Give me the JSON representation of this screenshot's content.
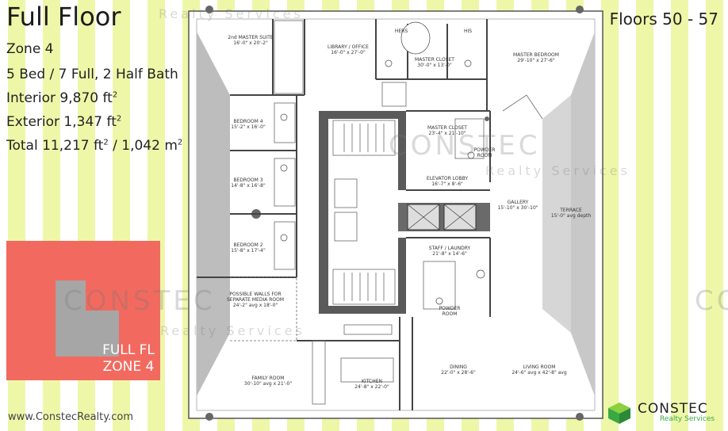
{
  "title": "Full Floor",
  "zone": "Zone 4",
  "beds": "5 Bed / 7 Full, 2 Half Bath",
  "interior": "Interior 9,870 ft",
  "exterior": "Exterior 1,347 ft",
  "total_a": "Total 11,217 ft",
  "total_b": " / 1,042 m",
  "sup": "2",
  "floors": "Floors 50 - 57",
  "key_label_1": "FULL FL",
  "key_label_2": "ZONE 4",
  "website": "www.ConstecRealty.com",
  "logo_name": "CONSTEC",
  "logo_sub": "Realty Services",
  "watermark_brand": "CONSTEC",
  "watermark_sub": "Realty Services",
  "rooms": {
    "master_suite_2": "2nd MASTER SUITE",
    "master_suite_2_dim": "16'-0\" x 20'-2\"",
    "library": "LIBRARY / OFFICE",
    "library_dim": "16'-0\" x 27'-0\"",
    "hers": "HERS",
    "his": "HIS",
    "master_closet_top": "MASTER CLOSET",
    "master_closet_top_dim": "30'-0\" x 13'-0\"",
    "master_bedroom": "MASTER BEDROOM",
    "master_bedroom_dim": "29'-10\" x 27'-6\"",
    "bedroom4": "BEDROOM 4",
    "bedroom4_dim": "15'-2\" x 16'-0\"",
    "master_closet": "MASTER CLOSET",
    "master_closet_dim": "23'-4\" x 21'-10\"",
    "powder": "POWDER ROOM",
    "bedroom3": "BEDROOM 3",
    "bedroom3_dim": "14'-8\" x 16'-8\"",
    "elevator_lobby": "ELEVATOR LOBBY",
    "elevator_lobby_dim": "16'-7\" x 8'-6\"",
    "gallery": "GALLERY",
    "gallery_dim": "15'-10\" x 30'-10\"",
    "terrace": "TERRACE",
    "terrace_dim": "15'-0\" avg depth",
    "bedroom2": "BEDROOM 2",
    "bedroom2_dim": "15'-8\" x 17'-4\"",
    "staff": "STAFF / LAUNDRY",
    "staff_dim": "21'-8\" x 14'-6\"",
    "media": "POSSIBLE WALLS FOR SEPARATE MEDIA ROOM",
    "media_dim": "24'-2\" avg x 18'-0\"",
    "powder2": "POWDER ROOM",
    "family": "FAMILY ROOM",
    "family_dim": "30'-10\" avg x 21'-0\"",
    "kitchen": "KITCHEN",
    "kitchen_dim": "24'-8\" x 22'-0\"",
    "dining": "DINING",
    "dining_dim": "22'-0\" x 28'-6\"",
    "living": "LIVING ROOM",
    "living_dim": "24'-6\" avg x 42'-8\" avg"
  },
  "colors": {
    "stripe": "#eef7a8",
    "key_bg": "#f26a5f",
    "key_shape": "#a6a6a6",
    "logo_green": "#3aa843"
  }
}
